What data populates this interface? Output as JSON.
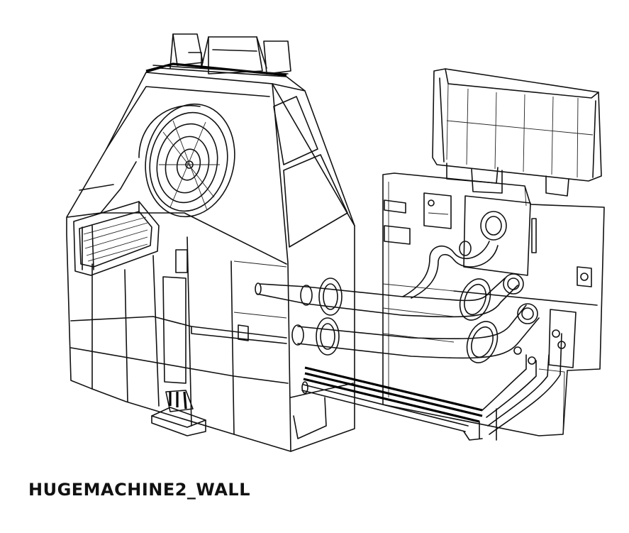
{
  "caption": {
    "title": "HUGEMACHINE2_WALL"
  },
  "render": {
    "style": "wireframe line drawing",
    "stroke_color": "#111111",
    "background": "#ffffff"
  },
  "components": [
    "main-housing",
    "top-vents",
    "circular-fan",
    "side-panel-grille",
    "front-foot-pedal",
    "pipe-assembly",
    "wall-plate",
    "top-right-box",
    "cable-bundle"
  ]
}
